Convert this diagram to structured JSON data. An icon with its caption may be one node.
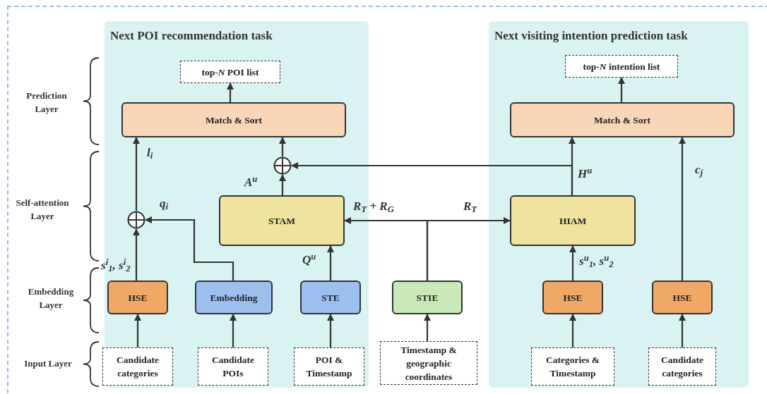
{
  "diagram": {
    "nodes": [
      {
        "text": [
          "Next POI recommendation task"
        ]
      },
      {
        "text": [
          "Next visiting intention prediction task"
        ]
      },
      {
        "text": [
          "top-*N* POI list"
        ],
        "in": 0
      },
      {
        "text": [
          "Match & Sort"
        ],
        "in": 0
      },
      {
        "text": [],
        "shape": "circle",
        "in": 0
      },
      {
        "text": [
          "STAM"
        ],
        "in": 0
      },
      {
        "text": [],
        "shape": "circle",
        "in": 0
      },
      {
        "text": [
          "HSE"
        ],
        "in": 0
      },
      {
        "text": [
          "Embedding"
        ],
        "in": 0
      },
      {
        "text": [
          "STE"
        ],
        "in": 0
      },
      {
        "text": [
          "Candidate categories"
        ],
        "in": 0
      },
      {
        "text": [
          "Candidate POIs"
        ],
        "in": 0
      },
      {
        "text": [
          "POI & Timestamp"
        ],
        "in": 0
      },
      {
        "text": [
          "STIE"
        ]
      },
      {
        "text": [
          "Timestamp & geographic coordinates"
        ]
      },
      {
        "text": [
          "top-*N* intention list"
        ],
        "in": 1
      },
      {
        "text": [
          "Match & Sort"
        ],
        "in": 1
      },
      {
        "text": [
          "HIAM"
        ],
        "in": 1
      },
      {
        "text": [
          "HSE"
        ],
        "in": 1
      },
      {
        "text": [
          "HSE"
        ],
        "in": 1
      },
      {
        "text": [
          "Categories & Timestamp"
        ],
        "in": 1
      },
      {
        "text": [
          "Candidate categories"
        ],
        "in": 1
      }
    ],
    "edges": [
      {
        "from": 3,
        "to": 2,
        "arrow": "to"
      },
      {
        "from": 4,
        "to": 3,
        "arrow": "to"
      },
      {
        "from": 5,
        "to": 4,
        "arrow": "to",
        "label": "*A*$^{u}$"
      },
      {
        "from": 17,
        "to": 4,
        "arrow": "to"
      },
      {
        "from": 17,
        "to": 16,
        "arrow": "to",
        "label": "*H*$^{u}$"
      },
      {
        "from": 6,
        "to": 3,
        "arrow": "to",
        "label": "*l*$_{i}$"
      },
      {
        "from": 7,
        "to": 6,
        "arrow": "to",
        "label": "*s*$^{i}$$_{1}$, *s*$^{i}$$_{2}$"
      },
      {
        "from": 8,
        "to": 6,
        "arrow": "to",
        "label": "*q*$_{i}$"
      },
      {
        "from": 9,
        "to": 5,
        "arrow": "to",
        "label": "*Q*$^{u}$"
      },
      {
        "from": 13,
        "to": 5,
        "arrow": "to",
        "label": "*R*$_{T}$ + *R*$_{G}$"
      },
      {
        "from": 13,
        "to": 17,
        "arrow": "to",
        "label": "*R*$_{T}$"
      },
      {
        "from": 10,
        "to": 7,
        "arrow": "to"
      },
      {
        "from": 11,
        "to": 8,
        "arrow": "to"
      },
      {
        "from": 12,
        "to": 9,
        "arrow": "to"
      },
      {
        "from": 14,
        "to": 13,
        "arrow": "to"
      },
      {
        "from": 16,
        "to": 15,
        "arrow": "to"
      },
      {
        "from": 18,
        "to": 17,
        "arrow": "to",
        "label": "*s*$^{u}$$_{1}$, *s*$^{u}$$_{2}$"
      },
      {
        "from": 19,
        "to": 16,
        "arrow": "to",
        "label": "*c*$_{j}$"
      },
      {
        "from": 20,
        "to": 18,
        "arrow": "to"
      },
      {
        "from": 21,
        "to": 19,
        "arrow": "to"
      }
    ],
    "labels": [
      "Prediction Layer",
      "Self-attention Layer",
      "Embedding Layer",
      "Input Layer"
    ]
  }
}
